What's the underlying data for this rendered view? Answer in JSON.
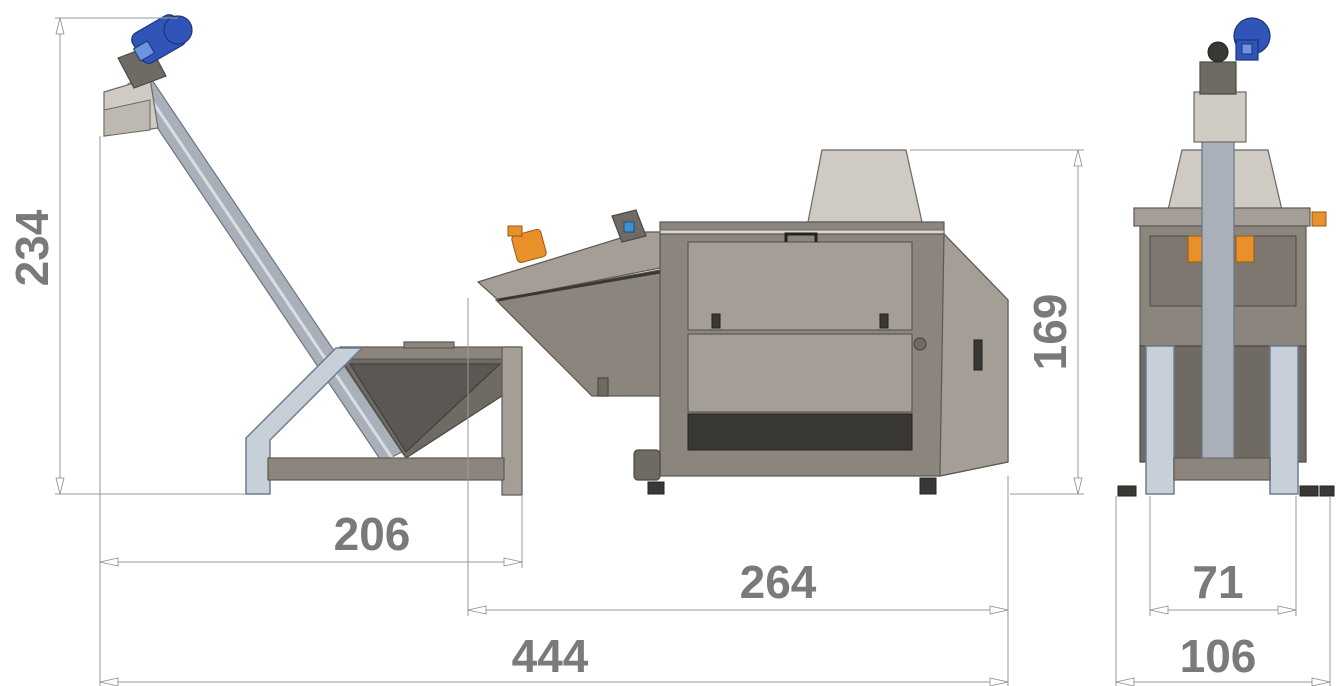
{
  "dimensions": {
    "overall_height": "234",
    "feeder_length": "206",
    "machine_length": "264",
    "overall_length": "444",
    "machine_height": "169",
    "inner_width": "71",
    "overall_width": "106"
  },
  "colors": {
    "dimension_text": "#7a7a7a",
    "frame": "#8b857d",
    "motor": "#2f55b8",
    "vibrator": "#e8902a",
    "frame_edge_highlight": "#c7cfd9"
  },
  "views": {
    "side_view": "screw-conveyor-and-machine-side",
    "end_view": "machine-end"
  }
}
